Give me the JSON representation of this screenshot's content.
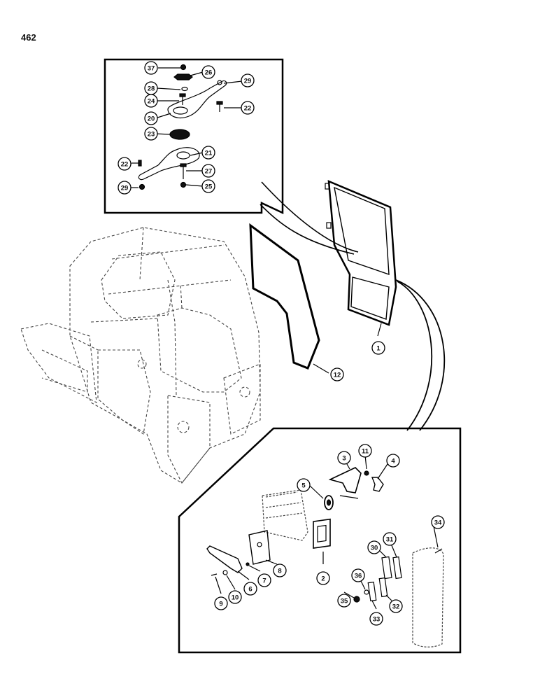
{
  "page_number": "462",
  "callouts": [
    "37",
    "26",
    "28",
    "29",
    "24",
    "20",
    "22",
    "23",
    "21",
    "22",
    "27",
    "29",
    "25",
    "12",
    "1",
    "11",
    "3",
    "4",
    "5",
    "34",
    "2",
    "8",
    "30",
    "31",
    "7",
    "6",
    "36",
    "10",
    "9",
    "35",
    "33",
    "32"
  ]
}
